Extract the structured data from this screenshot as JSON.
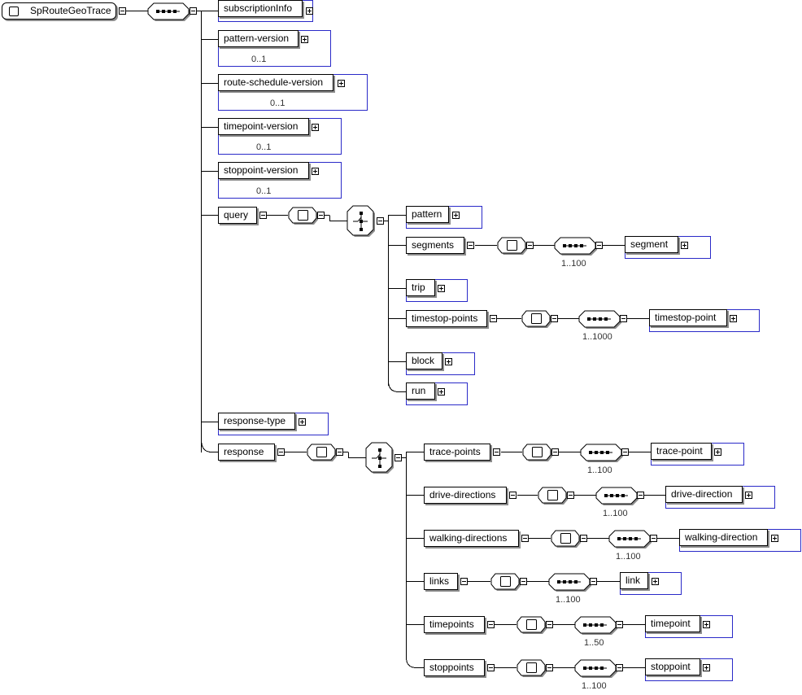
{
  "root": {
    "label": "SpRouteGeoTrace"
  },
  "elements": {
    "subscriptionInfo": "subscriptionInfo",
    "pattern_version": "pattern-version",
    "route_schedule_version": "route-schedule-version",
    "timepoint_version": "timepoint-version",
    "stoppoint_version": "stoppoint-version",
    "query": "query",
    "pattern": "pattern",
    "segments": "segments",
    "segment": "segment",
    "trip": "trip",
    "timestop_points": "timestop-points",
    "timestop_point": "timestop-point",
    "block": "block",
    "run": "run",
    "response_type": "response-type",
    "response": "response",
    "trace_points": "trace-points",
    "trace_point": "trace-point",
    "drive_directions": "drive-directions",
    "drive_direction": "drive-direction",
    "walking_directions": "walking-directions",
    "walking_direction": "walking-direction",
    "links": "links",
    "link": "link",
    "timepoints": "timepoints",
    "timepoint": "timepoint",
    "stoppoints": "stoppoints",
    "stoppoint": "stoppoint"
  },
  "cardinality": {
    "pattern_version": "0..1",
    "route_schedule_version": "0..1",
    "timepoint_version": "0..1",
    "stoppoint_version": "0..1",
    "segment": "1..100",
    "timestop_point": "1..1000",
    "trace_point": "1..100",
    "drive_direction": "1..100",
    "walking_direction": "1..100",
    "link": "1..100",
    "timepoint": "1..50",
    "stoppoint": "1..100"
  },
  "colors": {
    "ref_border": "#2a2ac8",
    "shadow": "#8c8c8c",
    "line": "#000000"
  }
}
